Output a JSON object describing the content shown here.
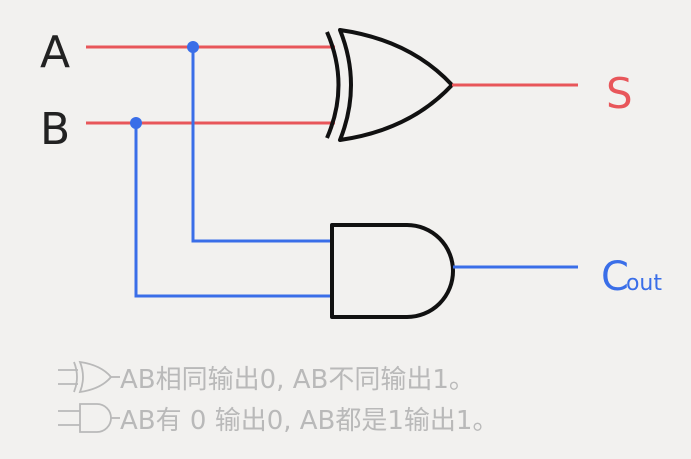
{
  "labels": {
    "input_a": "A",
    "input_b": "B",
    "output_sum": "S",
    "output_carry_main": "C",
    "output_carry_sub": "out"
  },
  "notes": [
    {
      "text": "AB相同输出0, AB不同输出1。",
      "gate_icon": "xor-gate-icon"
    },
    {
      "text": "AB有 0 输出0, AB都是1输出1。",
      "gate_icon": "and-gate-icon"
    }
  ],
  "colors": {
    "background": "#f2f1ef",
    "red_wire": "#e8565a",
    "blue_wire": "#3a6ee8",
    "gate_stroke": "#111111",
    "label_dark": "#222222",
    "note_text": "#b9b9b9"
  }
}
